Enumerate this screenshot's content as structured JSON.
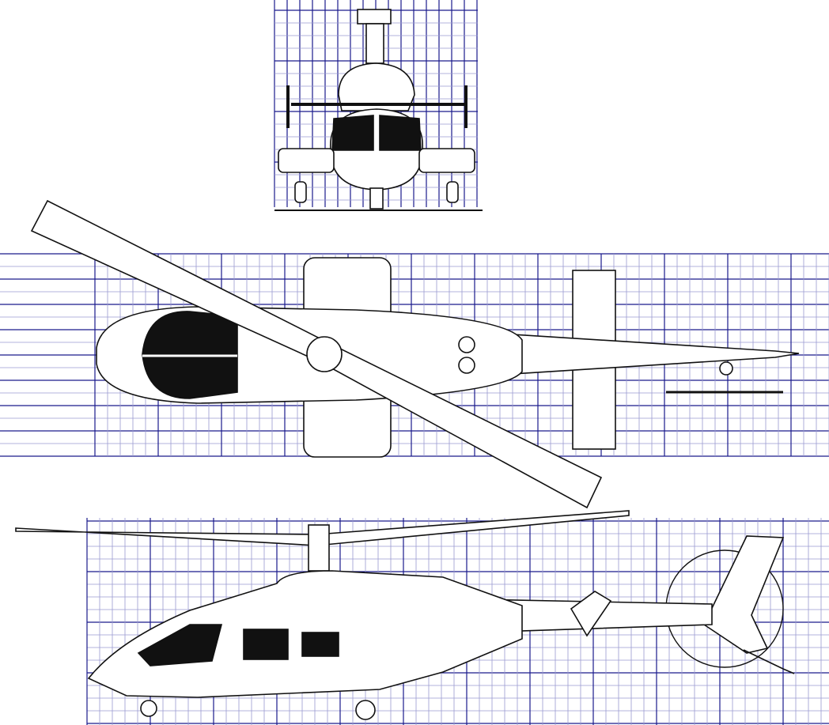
{
  "colors": {
    "grid_major": "#1a1a8c",
    "grid_minor": "#9a9ad0",
    "ink": "#111111",
    "background": "#ffffff"
  },
  "views": [
    {
      "name": "front-view"
    },
    {
      "name": "top-view"
    },
    {
      "name": "side-view"
    }
  ]
}
